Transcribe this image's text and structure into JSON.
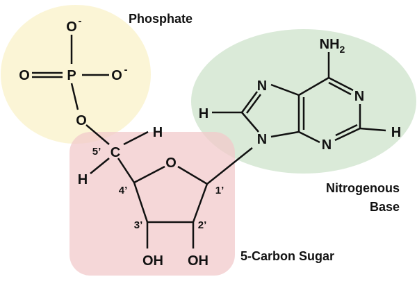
{
  "labels": {
    "phosphate": "Phosphate",
    "base_line1": "Nitrogenous",
    "base_line2": "Base",
    "sugar": "5-Carbon Sugar"
  },
  "atoms": {
    "o_top": "O",
    "o_minus_sup": "-",
    "p": "P",
    "o_left": "O",
    "o_right": "O",
    "o_bridge": "O",
    "c5": "C",
    "h_c5_top": "H",
    "h_c5_left": "H",
    "o_ring": "O",
    "oh3": "OH",
    "oh2": "OH",
    "n7": "N",
    "n9": "N",
    "n1": "N",
    "n3": "N",
    "nh2": "NH",
    "nh2_sub": "2",
    "h8": "H",
    "h2": "H"
  },
  "carbon_numbers": {
    "c5": "5’",
    "c4": "4’",
    "c3": "3’",
    "c2": "2’",
    "c1": "1’"
  },
  "colors": {
    "phosphate_region": "#fbf4d2",
    "sugar_region": "#f2c9cb",
    "base_region": "#d6e8d4"
  }
}
